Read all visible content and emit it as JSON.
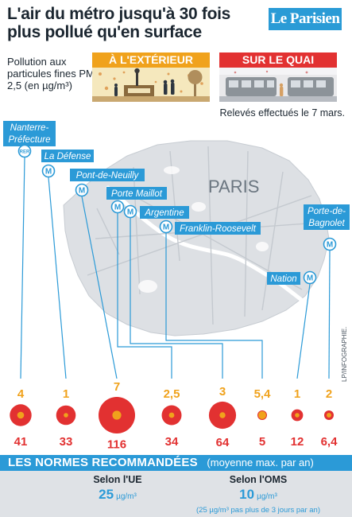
{
  "header": {
    "title": "L'air du métro jusqu'à 30 fois plus pollué qu'en surface",
    "logo": "Le Parisien"
  },
  "pollutant_label": "Pollution aux particules fines PM 2,5 (en µg/m³)",
  "legend": {
    "outside_label": "À L'EXTÉRIEUR",
    "platform_label": "SUR LE QUAI"
  },
  "measurement_note": "Relevés effectués le 7 mars.",
  "map": {
    "city_label": "PARIS",
    "credit": "LP/INFOGRAPHIE."
  },
  "colors": {
    "outside": "#f0a21c",
    "platform": "#e23131",
    "accent": "#2b9ad7",
    "map_fill": "#dde0e4"
  },
  "chart_data": {
    "type": "bubble",
    "title": "Pollution aux particules fines PM 2,5 (en µg/m³)",
    "unit": "µg/m³",
    "categories": [
      "Nanterre-Préfecture",
      "La Défense",
      "Pont-de-Neuilly",
      "Porte Maillot",
      "Argentine",
      "Franklin-Roosevelt",
      "Nation",
      "Porte-de-Bagnolet"
    ],
    "category_labels": [
      "Nanterre-\nPréfecture",
      "La Défense",
      "Pont-de-Neuilly",
      "Porte Maillot",
      "Argentine",
      "Franklin-Roosevelt",
      "Nation",
      "Porte-de-\nBagnolet"
    ],
    "category_badges": [
      "RER",
      "M",
      "M",
      "M",
      "M",
      "M",
      "M",
      "M"
    ],
    "series": [
      {
        "name": "À l'extérieur",
        "color": "#f0a21c",
        "values": [
          4,
          1,
          7,
          2.5,
          3,
          5.4,
          1,
          2
        ],
        "labels": [
          "4",
          "1",
          "7",
          "2,5",
          "3",
          "5,4",
          "1",
          "2"
        ]
      },
      {
        "name": "Sur le quai",
        "color": "#e23131",
        "values": [
          41,
          33,
          116,
          34,
          64,
          5,
          12,
          6.4
        ],
        "labels": [
          "41",
          "33",
          "116",
          "34",
          "64",
          "5",
          "12",
          "6,4"
        ]
      }
    ]
  },
  "norms": {
    "title": "LES NORMES RECOMMANDÉES",
    "subtitle": "(moyenne max. par an)",
    "eu": {
      "label": "Selon l'UE",
      "value": "25",
      "unit": "µg/m³"
    },
    "who": {
      "label": "Selon l'OMS",
      "value": "10",
      "unit": "µg/m³",
      "note": "(25 µg/m³ pas plus de 3 jours par an)"
    }
  }
}
